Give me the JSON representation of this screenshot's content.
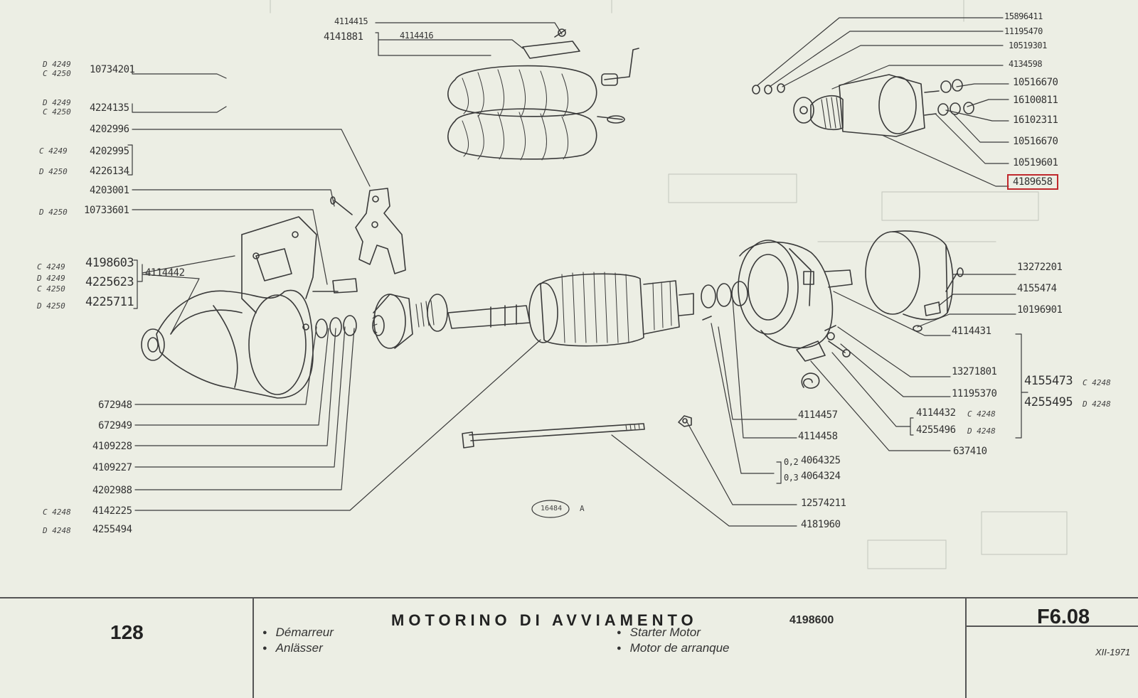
{
  "diagram": {
    "ref_code": "16484",
    "ref_suffix": "A",
    "labels_left": {
      "p10734201": "10734201",
      "p4224135": "4224135",
      "p4202996": "4202996",
      "p4202995": "4202995",
      "p4226134": "4226134",
      "p4203001": "4203001",
      "p10733601": "10733601",
      "p4198603": "4198603",
      "p4225623": "4225623",
      "p4225711": "4225711",
      "p4114442": "4114442",
      "p672948": "672948",
      "p672949": "672949",
      "p4109228": "4109228",
      "p4109227": "4109227",
      "p4202988": "4202988",
      "p4142225": "4142225",
      "p4255494": "4255494"
    },
    "variants": {
      "d4249": "D 4249",
      "c4250": "C 4250",
      "c4249": "C 4249",
      "d4250": "D 4250",
      "c4248": "C 4248",
      "d4248": "D 4248",
      "c4248_cut": "C 4248",
      "d4248_cut": "D 4248"
    },
    "labels_top": {
      "p4114415": "4114415",
      "p4141881": "4141881",
      "p4114416": "4114416"
    },
    "labels_right": {
      "p15896411": "15896411",
      "p11195470": "11195470",
      "p10519301": "10519301",
      "p4134598": "4134598",
      "p10516670a": "10516670",
      "p16100811": "16100811",
      "p16102311": "16102311",
      "p10516670b": "10516670",
      "p10519601": "10519601",
      "p4189658": "4189658",
      "p13272201": "13272201",
      "p4155474": "4155474",
      "p10196901": "10196901",
      "p4114431": "4114431",
      "p13271801": "13271801",
      "p11195370": "11195370",
      "p4155473": "4155473",
      "p4255495": "4255495",
      "p4114457": "4114457",
      "p4114458": "4114458",
      "p4114432": "4114432",
      "p4255496": "4255496",
      "p637410": "637410",
      "w02": "0,2",
      "w03": "0,3",
      "p4064325": "4064325",
      "p4064324": "4064324",
      "p12574211": "12574211",
      "p4181960": "4181960"
    }
  },
  "footer": {
    "page_number": "128",
    "title": "MOTORINO DI AVVIAMENTO",
    "title_code": "4198600",
    "translations": {
      "fr": "Démarreur",
      "de": "Anlässer",
      "en": "Starter Motor",
      "es": "Motor de arranque"
    },
    "sheet_code": "F6.08",
    "date": "XII-1971"
  },
  "colors": {
    "paper": "#eceee4",
    "ink": "#2d2d2d",
    "highlight": "#c0282c"
  }
}
